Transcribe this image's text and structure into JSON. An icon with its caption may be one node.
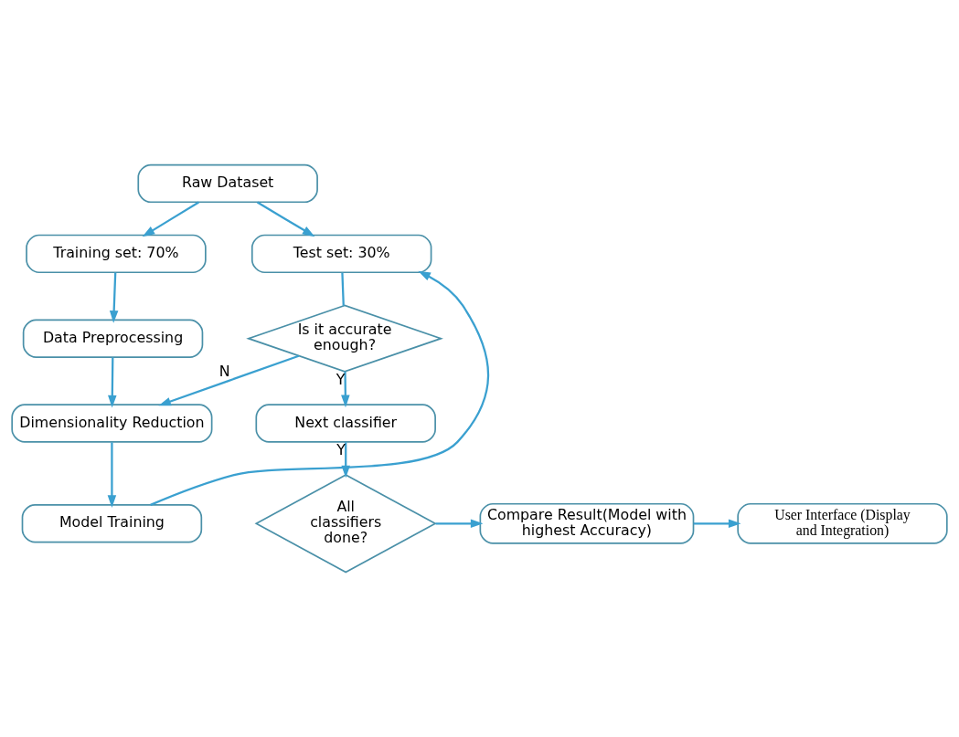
{
  "diagram": {
    "nodes": [
      {
        "text": [
          "Raw Dataset"
        ]
      },
      {
        "text": [
          "Training set: 70%"
        ]
      },
      {
        "text": [
          "Test set: 30%"
        ]
      },
      {
        "text": [
          "Data Preprocessing"
        ]
      },
      {
        "text": [
          "Is it accurate enough?"
        ]
      },
      {
        "text": [
          "Dimensionality Reduction"
        ]
      },
      {
        "text": [
          "Next classifier"
        ]
      },
      {
        "text": [
          "Model Training"
        ]
      },
      {
        "text": [
          "All classifiers done?"
        ]
      },
      {
        "text": [
          "User Interface (Display and Integration)"
        ]
      },
      {
        "text": [
          "Compare Result(Model with highest Accuracy)"
        ]
      }
    ],
    "edges": [
      {
        "from": 0,
        "to": 1,
        "arrow": "to"
      },
      {
        "from": 0,
        "to": 2,
        "arrow": "to"
      },
      {
        "from": 1,
        "to": 3,
        "arrow": "to"
      },
      {
        "from": 3,
        "to": 5,
        "arrow": "to"
      },
      {
        "from": 5,
        "to": 7,
        "arrow": "to"
      },
      {
        "from": 7,
        "to": 2,
        "arrow": "to"
      },
      {
        "from": 2,
        "to": 4,
        "arrow": "none"
      },
      {
        "from": 4,
        "to": 5,
        "label": "N",
        "arrow": "to"
      },
      {
        "from": 4,
        "to": 6,
        "label": "Y",
        "arrow": "to"
      },
      {
        "from": 6,
        "to": 8,
        "label": "Y",
        "arrow": "to"
      },
      {
        "from": 8,
        "to": 10,
        "arrow": "to"
      },
      {
        "from": 10,
        "to": 9,
        "arrow": "to"
      }
    ]
  }
}
